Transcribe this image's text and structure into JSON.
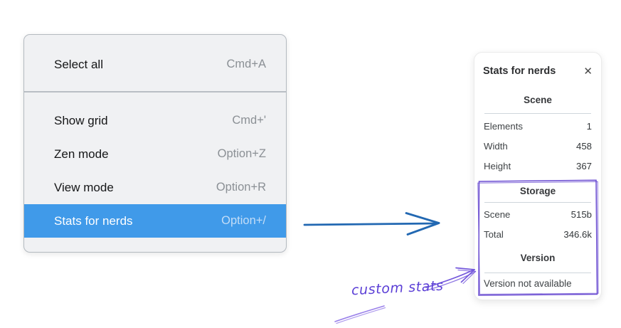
{
  "menu": {
    "sections": [
      {
        "items": [
          {
            "label": "Select all",
            "shortcut": "Cmd+A",
            "selected": false
          }
        ]
      },
      {
        "items": [
          {
            "label": "Show grid",
            "shortcut": "Cmd+'",
            "selected": false
          },
          {
            "label": "Zen mode",
            "shortcut": "Option+Z",
            "selected": false
          },
          {
            "label": "View mode",
            "shortcut": "Option+R",
            "selected": false
          },
          {
            "label": "Stats for nerds",
            "shortcut": "Option+/",
            "selected": true
          }
        ]
      }
    ]
  },
  "stats_panel": {
    "title": "Stats for nerds",
    "close_icon": "✕",
    "sections": [
      {
        "heading": "Scene",
        "rows": [
          {
            "label": "Elements",
            "value": "1"
          },
          {
            "label": "Width",
            "value": "458"
          },
          {
            "label": "Height",
            "value": "367"
          }
        ]
      },
      {
        "heading": "Storage",
        "rows": [
          {
            "label": "Scene",
            "value": "515b"
          },
          {
            "label": "Total",
            "value": "346.6k"
          }
        ]
      },
      {
        "heading": "Version",
        "note": "Version not available"
      }
    ]
  },
  "annotation": {
    "label": "custom stats"
  },
  "colors": {
    "menu_highlight": "#409ae9",
    "menu_background": "#f0f1f3",
    "shortcut_gray": "#8b9095",
    "arrow_blue": "#2268b2",
    "annotation_purple": "#6a4cd1",
    "annotation_light_purple": "#9b82ea"
  }
}
